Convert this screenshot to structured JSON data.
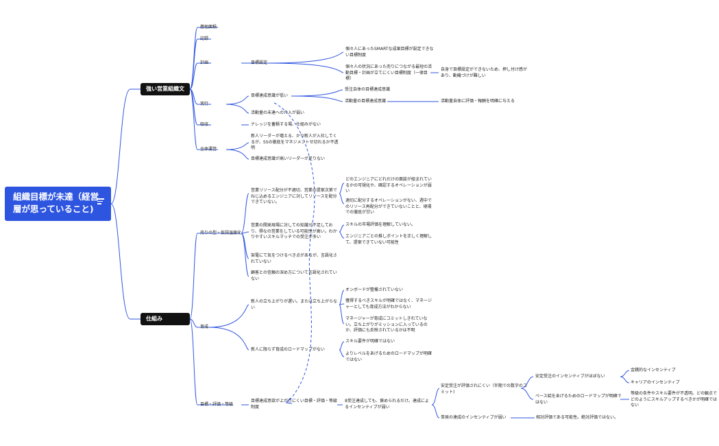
{
  "root": {
    "label": "組織目標が未達（経営\n層が思っていること)",
    "menu_icon": "list-icon"
  },
  "main_topics": [
    {
      "label": "強い営業組織文化"
    },
    {
      "label": "仕組み"
    }
  ],
  "colors": {
    "root": "#2e55e0",
    "main": "#111111",
    "line": "#2e55e0"
  },
  "nodes": {
    "n1": "層他面積",
    "n2": "記録",
    "n3": "計画",
    "n4": "目標設定",
    "n5": "個々人にあったSMARTな成果目標が設定できな\nい目標制度",
    "n6": "個々人の状況にあった売りにつながる最短の活\n動目標・計画が立てにくい目標制度（一律目\n標）",
    "n7": "自身で目標設定ができないため、押し付け感が\nあり、動機づけが難しい",
    "n8": "実行",
    "n9": "目標達成意識が低い",
    "n10": "受注自体の目標達成意識",
    "n11": "活動量の目標達成意識",
    "n12": "活動量自体に評価・報酬を明確に与える",
    "n13": "活動量の未達への介入が弱い",
    "n14": "吸収",
    "n15": "ナレッジを蓄積する場、仕組みがない",
    "n16": "全体運営",
    "n17": "新人リーダーが増える、かつ新人が入社してく\nるが、SSの徹底をマネジメントせ切れるか不透\n明",
    "n18": "目標達成意識が高いリーダーが足りない",
    "n19": "売りの型・仮説温度化",
    "n20": "営業リソース配分が不適切、営業の提案次第で\nねじ込めるエンジニアに対してリソースを配分\nできていない。",
    "n21": "どのエンジニアにどれだけの面談が組まれてい\nるかの可視化や、確認するオペレーションが弱\nい",
    "n22": "適切に配分するオペレーションがない、週中で\nのリソース再配分ができていないことと、現場\nでの徹底が甘い",
    "n23": "営業の開発現場に対しての知識が不足してお\nり、得なの営業をしている可能性が高い。わか\nりやすいスキルマッチでの受注が多い",
    "n24": "スキルの市場評価を理解していない。",
    "n25": "エンジニアごとの推しポイントを正しく理解し\nて、提案できていない可能性",
    "n26": "架電にて気をつけるべき点があるが、言語化さ\nれていない",
    "n27": "顧客との信頼の深め方について言語化されてい\nない",
    "n28": "育成",
    "n29": "新人の立ち上がりが遅い。または立ち上がらな\nい",
    "n30": "オンボードが整備されていない",
    "n31": "獲得するべきスキルが明確ではなく、マネージ\nャーとしても育成方法がわからない",
    "n32": "マネージャーが育成にコミットしきれていな\nい。立ち上がりがミッションに入っているの\nか、評価にも反映されているかは不明",
    "n33": "新人に限らず育成のロードマップがない",
    "n34": "スキル要件が明確ではない",
    "n35": "よりレベルをあげるためのロードマップが明確\nではない",
    "n36": "目標・評価・等級",
    "n37": "目標達成意欲が上がりにくい目標・評価・等級\n制度",
    "n38": "8受注達成しても、褒められるだけ。達成によ\nるインセンティブが弱い",
    "n39": "安定受注が評価されにくい（半期での数字のコ\nミット)",
    "n40": "安定受注のインセンティブがほぼない",
    "n41": "金銭的なインセンティブ",
    "n42": "キャリアのインセンティブ",
    "n43": "ベース給をあげるためのロードマップが明確で\nはない",
    "n44": "等級の条件やスキル要件が不透明。どの観点で\nどのようにスキルアップするべきかが明確では\nない",
    "n45": "単発の達成のインセンティブが弱い",
    "n46": "相対評価である可能性。絶対評価ではない。"
  }
}
